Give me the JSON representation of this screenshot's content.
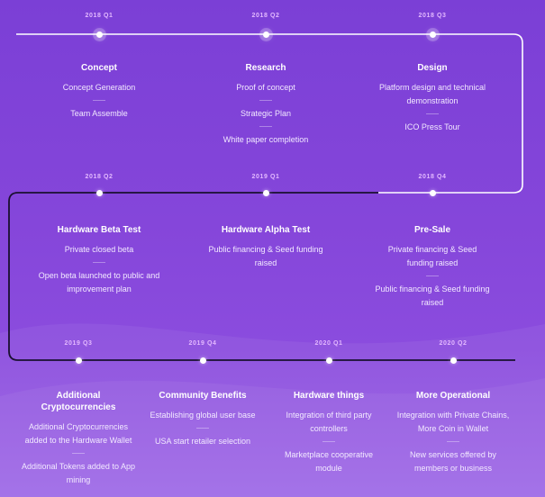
{
  "stages": [
    {
      "date": "2018 Q1",
      "title": "Concept",
      "items": [
        "Concept Generation",
        "Team Assemble"
      ]
    },
    {
      "date": "2018 Q2",
      "title": "Research",
      "items": [
        "Proof of concept",
        "Strategic Plan",
        "White paper completion"
      ]
    },
    {
      "date": "2018 Q3",
      "title": "Design",
      "items": [
        "Platform design and technical demonstration",
        "ICO Press Tour"
      ]
    },
    {
      "date": "2018 Q2",
      "title": "Hardware Beta Test",
      "items": [
        "Private closed beta",
        "Open beta launched to public and improvement plan"
      ]
    },
    {
      "date": "2019 Q1",
      "title": "Hardware Alpha Test",
      "items": [
        "Public financing & Seed funding raised"
      ]
    },
    {
      "date": "2018 Q4",
      "title": "Pre-Sale",
      "items": [
        "Private financing & Seed funding raised",
        "Public financing & Seed funding raised"
      ]
    },
    {
      "date": "2019 Q3",
      "title": "Additional Cryptocurrencies",
      "items": [
        "Additional Cryptocurrencies added to the Hardware Wallet",
        "Additional Tokens added to App mining"
      ]
    },
    {
      "date": "2019 Q4",
      "title": "Community Benefits",
      "items": [
        "Establishing global user base",
        "USA start retailer selection"
      ]
    },
    {
      "date": "2020 Q1",
      "title": "Hardware things",
      "items": [
        "Integration of third party controllers",
        "Marketplace cooperative module"
      ]
    },
    {
      "date": "2020 Q2",
      "title": "More Operational",
      "items": [
        "Integration with Private Chains, More Coin in Wallet",
        "New services offered by members or business"
      ]
    }
  ],
  "colors": {
    "background": "#8546da",
    "line_top": "#ffffff",
    "line_dark": "#1a1030",
    "date_label": "#e4b9ff"
  }
}
